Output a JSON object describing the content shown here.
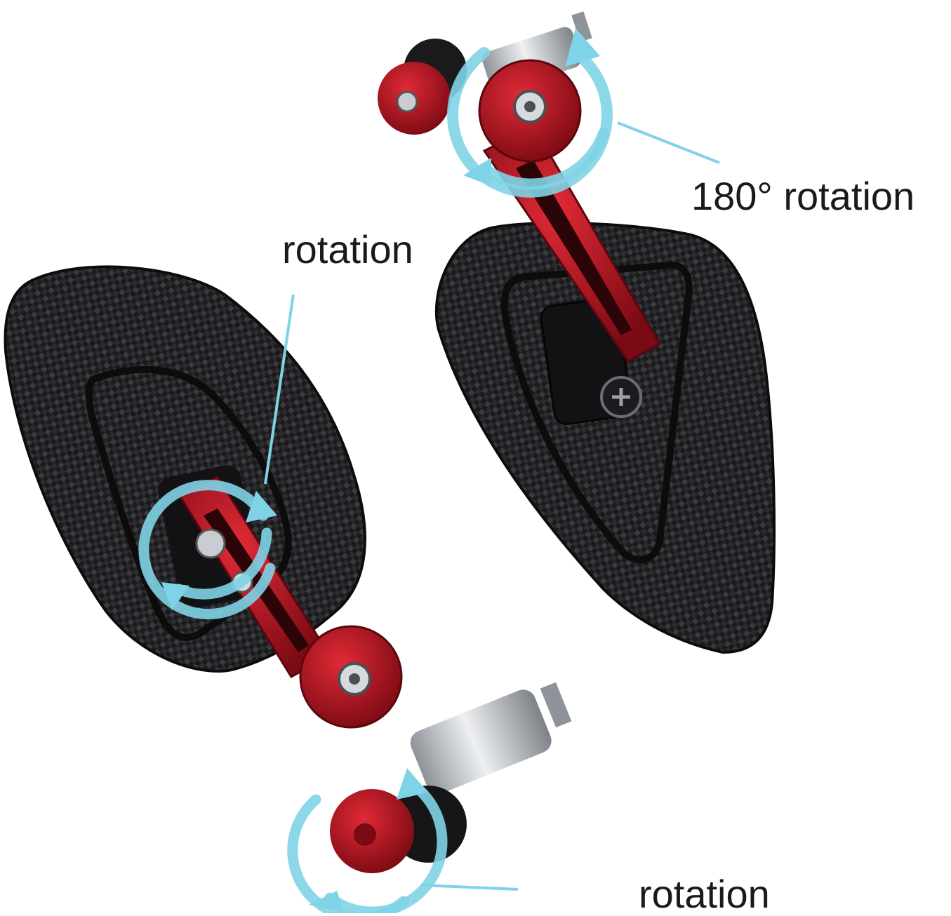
{
  "labels": {
    "top_right": "180° rotation",
    "left": "rotation",
    "bottom": "rotation"
  },
  "colors": {
    "background": "#ffffff",
    "carbon_dark": "#1b1b1d",
    "carbon_mid": "#3a3a3e",
    "arm_red": "#b3121f",
    "arm_red_dark": "#7a0a13",
    "chrome": "#c9ccd0",
    "arrow_cyan": "#7fd3e6",
    "text": "#1a1a1a"
  },
  "icons": [
    "rotation-arrow-icon",
    "pointer-line-icon",
    "mirror-icon"
  ]
}
